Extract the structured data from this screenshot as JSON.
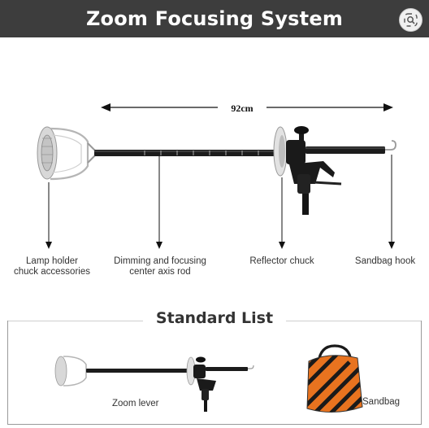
{
  "header": {
    "title": "Zoom Focusing System"
  },
  "diagram": {
    "dimension": "92cm",
    "callouts": [
      {
        "id": "lamp",
        "line1": "Lamp holder",
        "line2": "chuck accessories"
      },
      {
        "id": "rod",
        "line1": "Dimming and focusing",
        "line2": "center axis rod"
      },
      {
        "id": "reflector",
        "line1": "Reflector chuck",
        "line2": ""
      },
      {
        "id": "hook",
        "line1": "Sandbag hook",
        "line2": ""
      }
    ]
  },
  "standard_list": {
    "title": "Standard List",
    "items": [
      {
        "label": "Zoom lever"
      },
      {
        "label": "Sandbag"
      }
    ]
  },
  "colors": {
    "header_bg": "#3d3d3d",
    "sandbag_orange": "#e8731f",
    "sandbag_black": "#1a1a1a"
  },
  "icons": {
    "lens": "image-search-icon"
  }
}
